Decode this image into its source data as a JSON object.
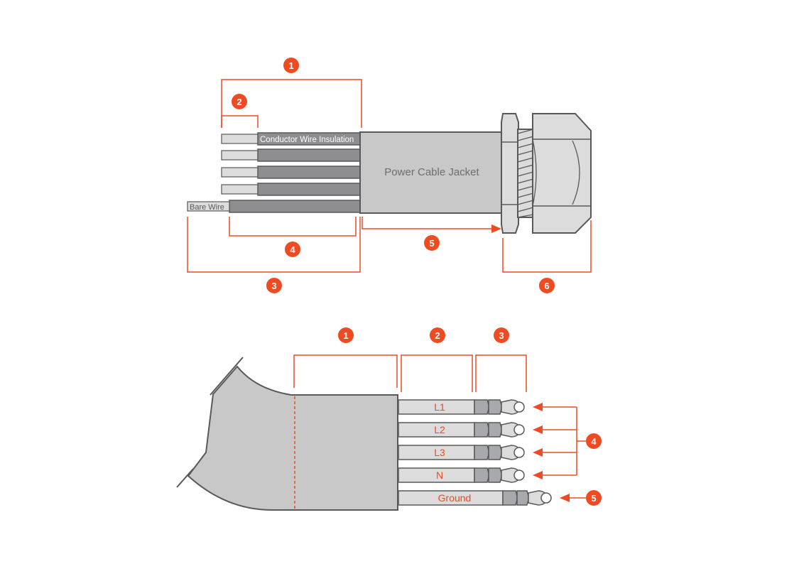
{
  "colors": {
    "accent": "#ee4b23",
    "jacket": "#c8c8c9",
    "insulation": "#8e8e90",
    "outline": "#58595b",
    "bare": "#dcdcdd"
  },
  "top": {
    "jacket_label": "Power Cable Jacket",
    "insulation_label": "Conductor Wire Insulation",
    "bare_label": "Bare Wire",
    "badges": [
      "1",
      "2",
      "3",
      "4",
      "5",
      "6"
    ]
  },
  "bottom": {
    "wires": [
      "L1",
      "L2",
      "L3",
      "N",
      "Ground"
    ],
    "badges": [
      "1",
      "2",
      "3",
      "4",
      "5"
    ]
  }
}
